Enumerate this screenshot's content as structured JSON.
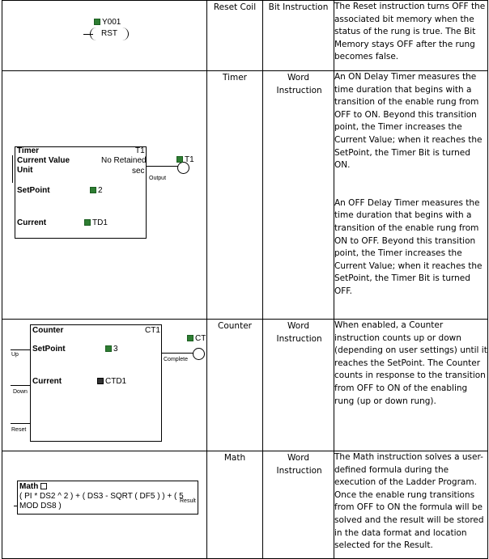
{
  "rows": [
    {
      "name": "Reset Coil",
      "type": "Bit Instruction",
      "description": [
        "The Reset instruction turns OFF the associated bit memory when the status of the rung is true. The Bit Memory stays OFF after the rung becomes false."
      ],
      "diagram": {
        "address": "Y001",
        "label": "RST"
      }
    },
    {
      "name": "Timer",
      "type": "Word Instruction",
      "description": [
        "An ON Delay Timer measures the time duration that begins with a transition of the enable rung from OFF to ON. Beyond this transition point, the Timer increases the Current Value; when it reaches the SetPoint, the Timer Bit is turned ON.",
        "An OFF Delay Timer measures the time duration that begins with a transition of the enable rung from ON to OFF. Beyond this transition point, the Timer increases the Current Value; when it reaches the SetPoint, the Timer Bit is turned OFF."
      ],
      "diagram": {
        "title": "Timer",
        "id": "T1",
        "current_value_label": "Current Value",
        "current_value": "No Retained",
        "unit_label": "Unit",
        "unit": "sec",
        "setpoint_label": "SetPoint",
        "setpoint": "2",
        "current_label": "Current",
        "current": "TD1",
        "output_label": "Output",
        "coil": "T1"
      }
    },
    {
      "name": "Counter",
      "type": "Word Instruction",
      "description": [
        "When enabled, a Counter instruction counts up or down (depending on user settings) until it reaches the SetPoint. The Counter counts in response to the transition from OFF to ON of the enabling rung (up or down rung)."
      ],
      "diagram": {
        "title": "Counter",
        "id": "CT1",
        "setpoint_label": "SetPoint",
        "setpoint": "3",
        "current_label": "Current",
        "current": "CTD1",
        "up_label": "Up",
        "down_label": "Down",
        "reset_label": "Reset",
        "complete_label": "Complete",
        "coil": "CT"
      }
    },
    {
      "name": "Math",
      "type": "Word Instruction",
      "description": [
        "The Math instruction solves a user-defined formula during the execution of the Ladder Program. Once the enable rung transitions from OFF to ON the formula will be solved and the result will be stored in the data format and location selected for the Result."
      ],
      "diagram": {
        "title": "Math",
        "formula_line1": "( PI * DS2 ^ 2 ) + ( DS3 - SQRT ( DF5 ) ) + ( 5",
        "formula_line2": "MOD DS8 )",
        "result_label": "Result"
      }
    }
  ]
}
